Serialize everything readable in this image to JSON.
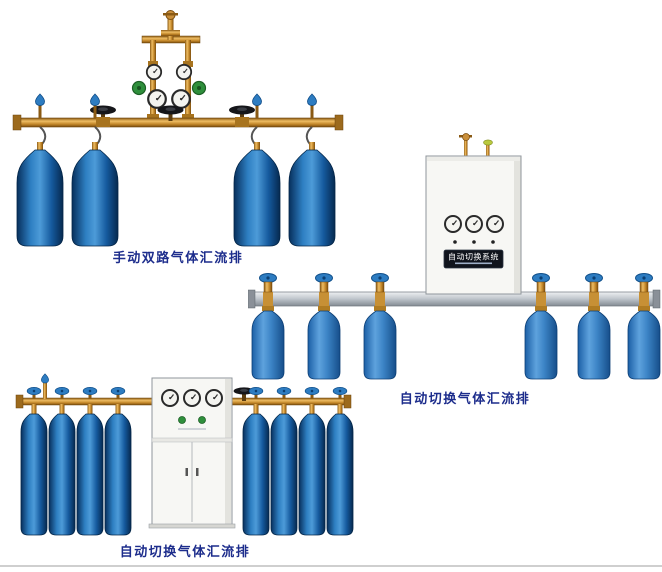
{
  "products": [
    {
      "id": "manual-dual-line-manifold",
      "caption": "手动双路气体汇流排",
      "cylinder_count": 4
    },
    {
      "id": "auto-switch-manifold-wall-cabinet",
      "caption": "自动切换气体汇流排",
      "cabinet_label": "自动切换系统",
      "cylinder_count": 6
    },
    {
      "id": "auto-switch-manifold-floor-cabinet",
      "caption": "自动切换气体汇流排",
      "cylinder_count": 8
    }
  ],
  "palette": {
    "caption_text": "#1d2d8c",
    "cylinder_blue_dark": "#0b4584",
    "cylinder_blue_light": "#4d9bd8",
    "brass_pipe": "#c98f3a",
    "rail_silver": "#c3c9cf",
    "cabinet_white": "#f7f7f4",
    "handwheel_blue": "#2d7cc1",
    "handwheel_black": "#15161a"
  }
}
